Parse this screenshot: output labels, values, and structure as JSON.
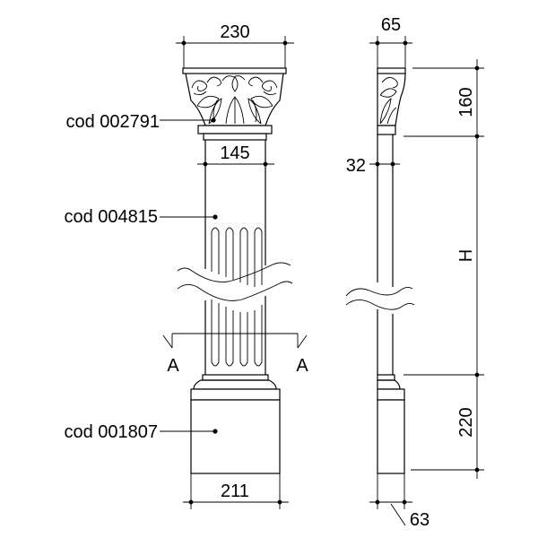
{
  "dimensions": {
    "capital_width": "230",
    "shaft_width": "145",
    "base_width": "211",
    "side_capital_depth": "65",
    "side_shaft_depth": "32",
    "side_base_depth": "63",
    "capital_height": "160",
    "shaft_height": "H",
    "base_height": "220"
  },
  "labels": {
    "capital_code": "cod 002791",
    "shaft_code": "cod 004815",
    "base_code": "cod 001807",
    "section_left": "A",
    "section_right": "A"
  }
}
